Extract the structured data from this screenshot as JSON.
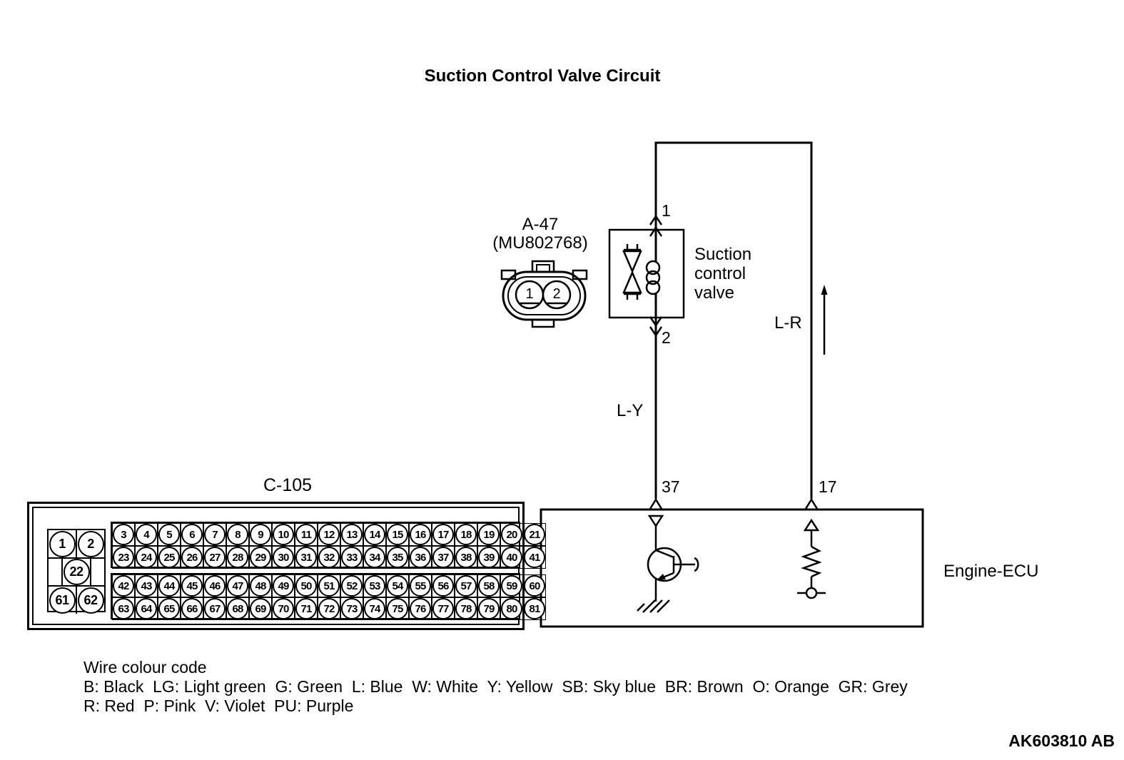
{
  "title": "Suction Control Valve Circuit",
  "colors": {
    "ink": "#000000",
    "paper": "#ffffff"
  },
  "connector_a47": {
    "name": "A-47",
    "part_code": "(MU802768)",
    "pins": [
      "1",
      "2"
    ]
  },
  "valve": {
    "name_lines": [
      "Suction",
      "control",
      "valve"
    ],
    "pin_top": "1",
    "pin_bottom": "2"
  },
  "wires": {
    "left": {
      "code": "L-Y",
      "ecu_pin": "37"
    },
    "right": {
      "code": "L-R",
      "ecu_pin": "17"
    }
  },
  "ecu": {
    "label": "Engine-ECU"
  },
  "c105": {
    "label": "C-105",
    "left_block": {
      "rows": [
        [
          "1",
          "2"
        ],
        [
          "22"
        ],
        [
          "61",
          "62"
        ]
      ]
    },
    "grid_blocks": [
      {
        "rows": [
          [
            "3",
            "4",
            "5",
            "6",
            "7",
            "8",
            "9",
            "10",
            "11",
            "12",
            "13",
            "14",
            "15",
            "16",
            "17",
            "18",
            "19",
            "20",
            "21"
          ],
          [
            "23",
            "24",
            "25",
            "26",
            "27",
            "28",
            "29",
            "30",
            "31",
            "32",
            "33",
            "34",
            "35",
            "36",
            "37",
            "38",
            "39",
            "40",
            "41"
          ]
        ]
      },
      {
        "rows": [
          [
            "42",
            "43",
            "44",
            "45",
            "46",
            "47",
            "48",
            "49",
            "50",
            "51",
            "52",
            "53",
            "54",
            "55",
            "56",
            "57",
            "58",
            "59",
            "60"
          ],
          [
            "63",
            "64",
            "65",
            "66",
            "67",
            "68",
            "69",
            "70",
            "71",
            "72",
            "73",
            "74",
            "75",
            "76",
            "77",
            "78",
            "79",
            "80",
            "81"
          ]
        ]
      }
    ]
  },
  "legend": {
    "heading": "Wire colour code",
    "lines": [
      "B: Black  LG: Light green  G: Green  L: Blue  W: White  Y: Yellow  SB: Sky blue  BR: Brown  O: Orange  GR: Grey",
      "R: Red  P: Pink  V: Violet  PU: Purple"
    ]
  },
  "watermark": "AK603810 AB"
}
